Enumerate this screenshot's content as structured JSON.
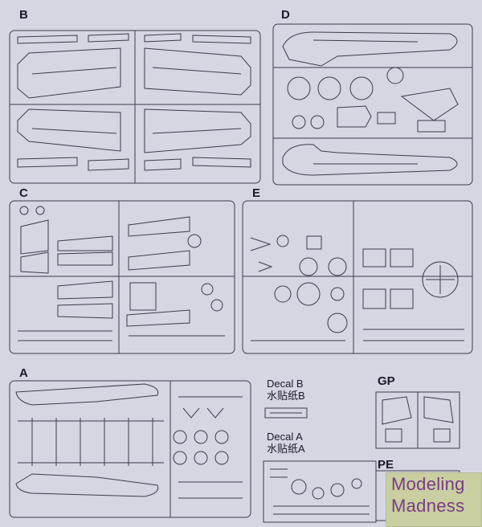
{
  "sheet_labels": {
    "b": "B",
    "d": "D",
    "c": "C",
    "e": "E",
    "a": "A",
    "gp": "GP",
    "pe": "PE"
  },
  "decals": {
    "b_title": "Decal B",
    "b_subtitle": "水贴纸B",
    "a_title": "Decal A",
    "a_subtitle": "水贴纸A"
  },
  "watermark": {
    "line1": "Modeling",
    "line2": "Madness"
  },
  "colors": {
    "background": "#d4d7e2",
    "line": "#3a3d4a",
    "watermark_bg": "#c9cfa0",
    "watermark_text": "#7a3b86"
  }
}
